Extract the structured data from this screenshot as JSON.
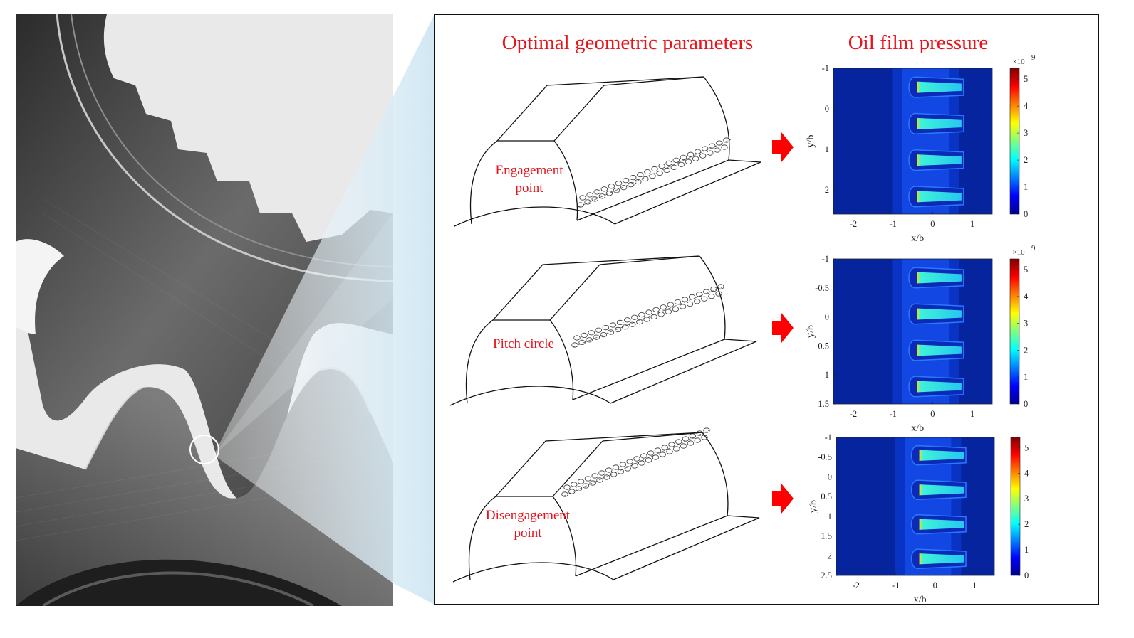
{
  "headings": {
    "left": "Optimal geometric parameters",
    "right": "Oil film pressure"
  },
  "colors": {
    "heading": "#e8141b",
    "arrow": "#ff0000",
    "frame": "#111111",
    "zoom_band": "#cfe6f3",
    "heatmap_background": "#06249e",
    "heatmap_ring": "#1a66ff",
    "heatmap_peak": "#2ee8e0"
  },
  "photo": {
    "subject": "meshing gear teeth photograph",
    "highlight": "contact-point circle"
  },
  "tooth_labels": [
    {
      "lines": [
        "Engagement",
        "point"
      ]
    },
    {
      "lines": [
        "Pitch circle"
      ]
    },
    {
      "lines": [
        "Disengagement",
        "point"
      ]
    }
  ],
  "heatmaps": [
    {
      "xlabel": "x/b",
      "ylabel": "y/b",
      "xticks": [
        "-2",
        "-1",
        "0",
        "1"
      ],
      "yticks": [
        "-1",
        "0",
        "1",
        "2"
      ],
      "colorbar_ticks": [
        "0",
        "1",
        "2",
        "3",
        "4",
        "5"
      ],
      "colorbar_base": "×10",
      "colorbar_exp": "9",
      "pockets": 4
    },
    {
      "xlabel": "x/b",
      "ylabel": "y/b",
      "xticks": [
        "-2",
        "-1",
        "0",
        "1"
      ],
      "yticks": [
        "-1",
        "-0.5",
        "0",
        "0.5",
        "1",
        "1.5"
      ],
      "colorbar_ticks": [
        "0",
        "1",
        "2",
        "3",
        "4",
        "5"
      ],
      "colorbar_base": "×10",
      "colorbar_exp": "9",
      "pockets": 4
    },
    {
      "xlabel": "x/b",
      "ylabel": "y/b",
      "xticks": [
        "-2",
        "-1",
        "0",
        "1"
      ],
      "yticks": [
        "-1",
        "-0.5",
        "0",
        "0.5",
        "1",
        "1.5",
        "2",
        "2.5"
      ],
      "colorbar_ticks": [
        "0",
        "1",
        "2",
        "3",
        "4",
        "5"
      ],
      "colorbar_base": "",
      "colorbar_exp": "",
      "pockets": 4
    }
  ]
}
